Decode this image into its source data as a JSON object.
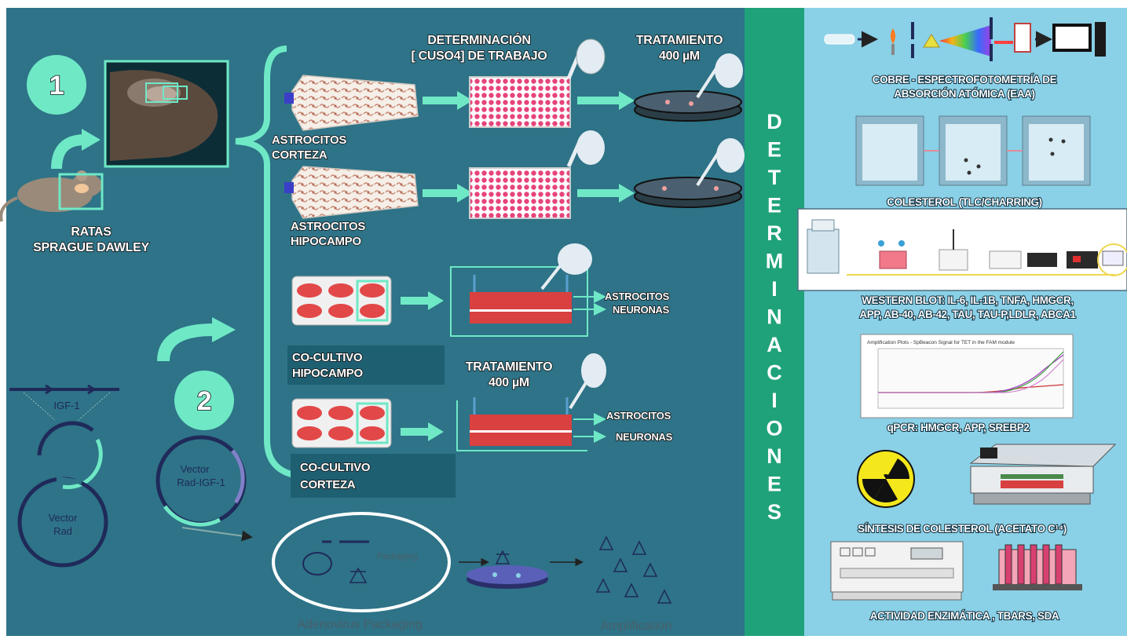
{
  "colors": {
    "left_bg": "#2e7387",
    "right_bg": "#8ad0e6",
    "divider_bg": "#1fa27a",
    "accent": "#6fe8c6",
    "pink": "#e6457a"
  },
  "steps": {
    "one": "1",
    "two": "2"
  },
  "left": {
    "rats_line1": "RATAS",
    "rats_line2": "SPRAGUE DAWLEY",
    "det_line1": "DETERMINACIÓN",
    "det_line2": "[ CUSO4] DE TRABAJO",
    "trat1_line1": "TRATAMIENTO",
    "trat1_line2": "400 µM",
    "astro_cortex_line1": "ASTROCITOS",
    "astro_cortex_line2": "CORTEZA",
    "astro_hippo_line1": "ASTROCITOS",
    "astro_hippo_line2": "HIPOCAMPO",
    "out1_astro": "ASTROCITOS",
    "out1_neuro": "NEURONAS",
    "cocult_hippo_line1": "CO-CULTIVO",
    "cocult_hippo_line2": "HIPOCAMPO",
    "trat2_line1": "TRATAMIENTO",
    "trat2_line2": "400 µM",
    "out2_astro": "ASTROCITOS",
    "out2_neuro": "NEURONAS",
    "cocult_cortex_line1": "CO-CULTIVO",
    "cocult_cortex_line2": "CORTEZA",
    "igf": "IGF-1",
    "vector_rad_line1": "Vector",
    "vector_rad_line2": "Rad",
    "vector_radigf_line1": "Vector",
    "vector_radigf_line2": "Rad-IGF-1",
    "packaging": "Packaging",
    "adenovirus": "Adenovirus Packaging",
    "amplification": "Amplification"
  },
  "divider": {
    "letters": [
      "D",
      "E",
      "T",
      "E",
      "R",
      "M",
      "I",
      "N",
      "A",
      "C",
      "I",
      "O",
      "N",
      "E",
      "S"
    ]
  },
  "right": {
    "cobre_line1": "COBRE - ESPECTROFOTOMETRÍA  DE",
    "cobre_line2": "ABSORCIÓN ATÓMICA (EAA)",
    "colesterol": "COLESTEROL  (TLC/CHARRING)",
    "western_line1": "WESTERN BLOT: IL-6, IL-1B, TNFA, HMGCR,",
    "western_line2": "APP, AB-40, AB-42, TAU, TAU-P,LDLR, ABCA1",
    "qpcr_chart_title": "Amplification Plots - SpBeacon Signal for TET in the FAM module",
    "qpcr": "qPCR: HMGCR, APP, SREBP2",
    "sintesis": "SÍNTESIS DE COLESTEROL (ACETATO C¹⁴)",
    "actividad": "ACTIVIDAD ENZIMÁTICA , TBARS, SDA"
  }
}
